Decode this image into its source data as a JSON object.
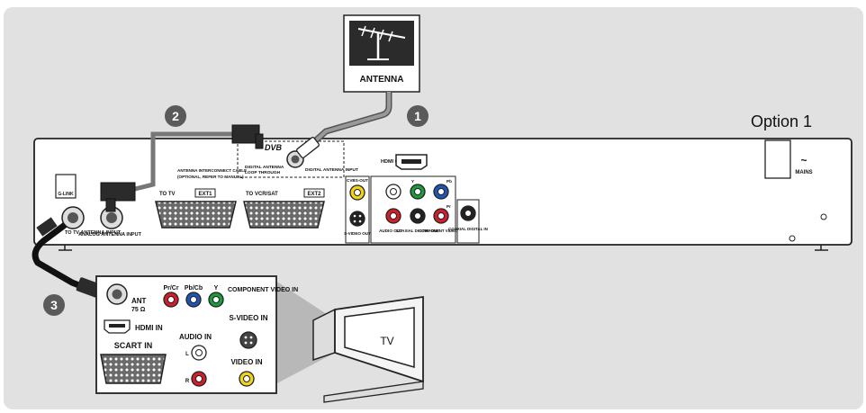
{
  "antenna": {
    "label": "ANTENNA"
  },
  "option": {
    "label": "Option 1"
  },
  "steps": {
    "one": "1",
    "two": "2",
    "three": "3"
  },
  "tv": {
    "label": "TV"
  },
  "recorder": {
    "g_link": "G-LINK",
    "tv_antenna_input": "TO TV ANTENNA INPUT",
    "analog_antenna_input": "ANALOG ANTENNA INPUT",
    "to_tv": "TO TV",
    "ext1": "EXT1",
    "to_vcr_sat": "TO VCR/SAT",
    "ext2": "EXT2",
    "interconnect_cable": "ANTENNA INTERCONNECT CABLE",
    "interconnect_note": "(OPTIONAL, REFER TO MANUAL)",
    "digital_loop": "DIGITAL ANTENNA",
    "loop_through": "LOOP THROUGH",
    "digital_antenna_input": "DIGITAL ANTENNA INPUT",
    "dvb_logo": "DVB",
    "hdmi_out": "HDMI OUT",
    "cvbs_out": "CVBS-OUT",
    "svideo_out": "S-VIDEO OUT",
    "audio_out": "AUDIO OUT",
    "coaxial_digital_out": "COAXIAL DIGITAL OUT",
    "component_video_out": "COMPONENT VIDEO OUT",
    "coaxial_digital_in": "COAXIAL DIGITAL IN",
    "y": "Y",
    "pb": "Pb",
    "pr": "Pr",
    "mains": "MAINS",
    "mains_symbol": "~"
  },
  "tv_panel": {
    "ant": "ANT",
    "ohm": "75 Ω",
    "pr_cr": "Pr/Cr",
    "pb_cb": "Pb/Cb",
    "y": "Y",
    "component_video_in": "COMPONENT VIDEO IN",
    "hdmi_in": "HDMI IN",
    "svideo_in": "S-VIDEO IN",
    "audio_in": "AUDIO IN",
    "scart_in": "SCART IN",
    "video_in": "VIDEO IN",
    "l": "L",
    "r": "R"
  },
  "colors": {
    "background": "#e1e1e1",
    "panel_border": "#222222",
    "step_circle": "#5a5a5a",
    "cable": "#777777",
    "red": "#d01f2a",
    "green": "#1f9a3a",
    "blue": "#1f55b5",
    "yellow": "#f2d21a"
  }
}
